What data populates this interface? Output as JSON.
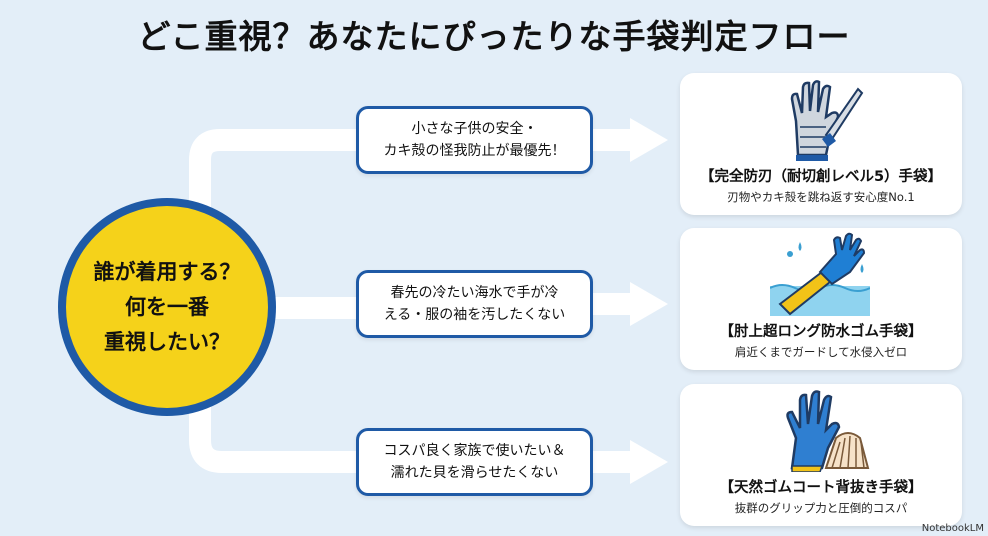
{
  "title": "どこ重視？あなたにぴったりな手袋判定フロー",
  "start": {
    "text": "誰が着用する？\n何を一番\n重視したい？"
  },
  "questions": [
    {
      "text": "小さな子供の安全・\nカキ殻の怪我防止が最優先！"
    },
    {
      "text": "春先の冷たい海水で手が冷\nえる・服の袖を汚したくない"
    },
    {
      "text": "コスパ良く家族で使いたい＆\n濡れた貝を滑らせたくない"
    }
  ],
  "results": [
    {
      "title": "【完全防刃（耐切創レベル5）手袋】",
      "subtitle": "刃物やカキ殻を跳ね返す安心度No.1",
      "icon": "cut-resistant-glove-icon"
    },
    {
      "title": "【肘上超ロング防水ゴム手袋】",
      "subtitle": "肩近くまでガードして水侵入ゼロ",
      "icon": "long-rubber-glove-icon"
    },
    {
      "title": "【天然ゴムコート背抜き手袋】",
      "subtitle": "抜群のグリップ力と圧倒的コスパ",
      "icon": "rubber-coated-glove-icon"
    }
  ],
  "watermark": "NotebookLM",
  "colors": {
    "background": "#e3eef8",
    "accent": "#1f5aa6",
    "circle": "#f5d21a",
    "arrow": "#ffffff"
  }
}
